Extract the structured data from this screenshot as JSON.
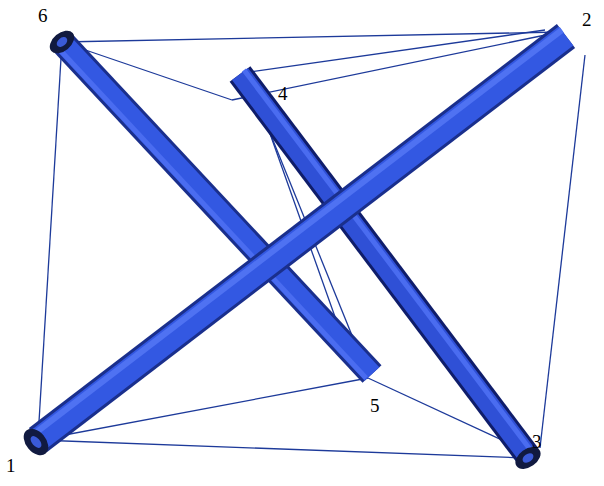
{
  "diagram": {
    "labels": [
      "6",
      "4",
      "2",
      "5",
      "1",
      "3"
    ]
  }
}
